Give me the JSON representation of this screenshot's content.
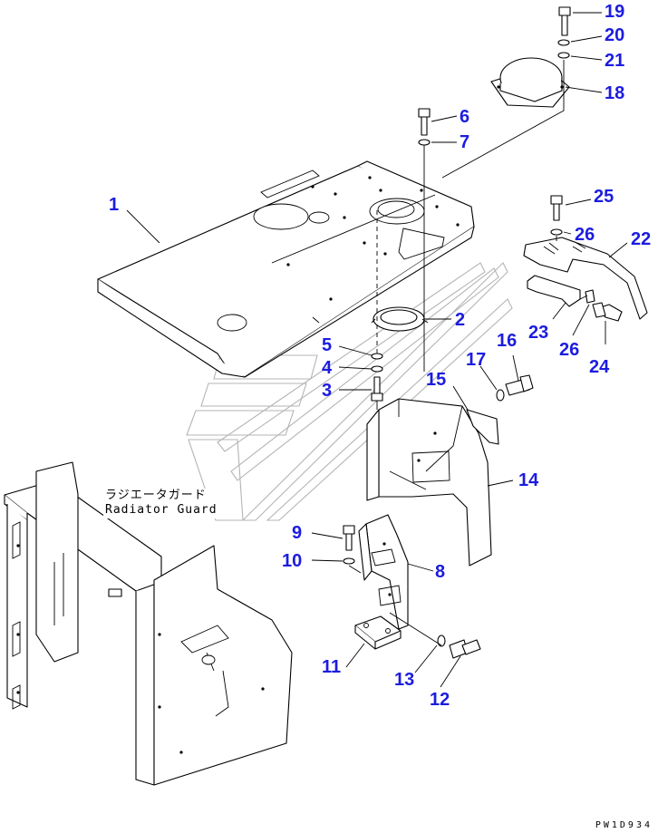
{
  "callouts": {
    "p1": "1",
    "p2": "2",
    "p3": "3",
    "p4": "4",
    "p5": "5",
    "p6": "6",
    "p7": "7",
    "p8": "8",
    "p9": "9",
    "p10": "10",
    "p11": "11",
    "p12": "12",
    "p13": "13",
    "p14": "14",
    "p15": "15",
    "p16": "16",
    "p17": "17",
    "p18": "18",
    "p19": "19",
    "p20": "20",
    "p21": "21",
    "p22": "22",
    "p23": "23",
    "p24": "24",
    "p25": "25",
    "p26a": "26",
    "p26b": "26"
  },
  "labels": {
    "guard_jp": "ラジエータガード",
    "guard_en": "Radiator Guard"
  },
  "drawing_code": "PW1D934",
  "colors": {
    "callout": "#1c1ce0",
    "line": "#000000",
    "watermark": "#b4b4b4"
  }
}
